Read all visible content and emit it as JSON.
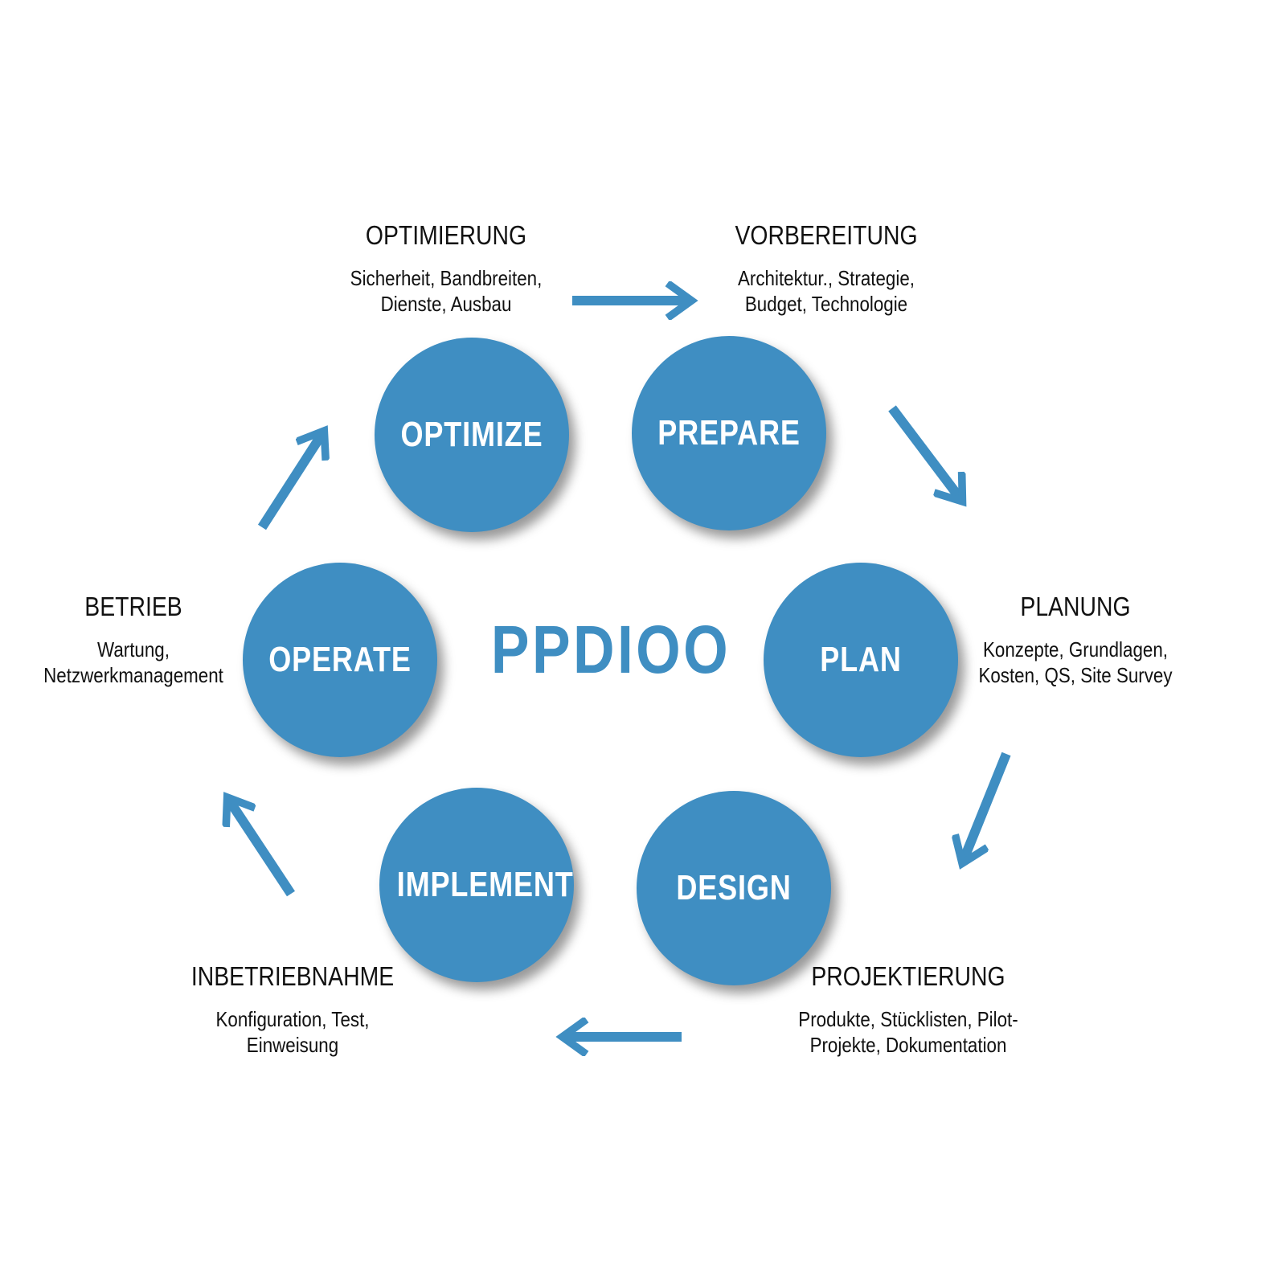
{
  "center_title": "PPDIOO",
  "accent_color": "#3f8ec2",
  "cycle": [
    {
      "id": "optimize",
      "circle_label": "OPTIMIZE",
      "phase_title": "OPTIMIERUNG",
      "desc_line1": "Sicherheit, Bandbreiten,",
      "desc_line2": "Dienste, Ausbau"
    },
    {
      "id": "prepare",
      "circle_label": "PREPARE",
      "phase_title": "VORBEREITUNG",
      "desc_line1": "Architektur., Strategie,",
      "desc_line2": "Budget, Technologie"
    },
    {
      "id": "plan",
      "circle_label": "PLAN",
      "phase_title": "PLANUNG",
      "desc_line1": "Konzepte, Grundlagen,",
      "desc_line2": "Kosten, QS, Site Survey"
    },
    {
      "id": "design",
      "circle_label": "DESIGN",
      "phase_title": "PROJEKTIERUNG",
      "desc_line1": "Produkte, Stücklisten, Pilot-",
      "desc_line2": "Projekte, Dokumentation"
    },
    {
      "id": "implement",
      "circle_label": "IMPLEMENT",
      "phase_title": "INBETRIEBNAHME",
      "desc_line1": "Konfiguration, Test,",
      "desc_line2": "Einweisung"
    },
    {
      "id": "operate",
      "circle_label": "OPERATE",
      "phase_title": "BETRIEB",
      "desc_line1": "Wartung,",
      "desc_line2": "Netzwerkmanagement"
    }
  ]
}
